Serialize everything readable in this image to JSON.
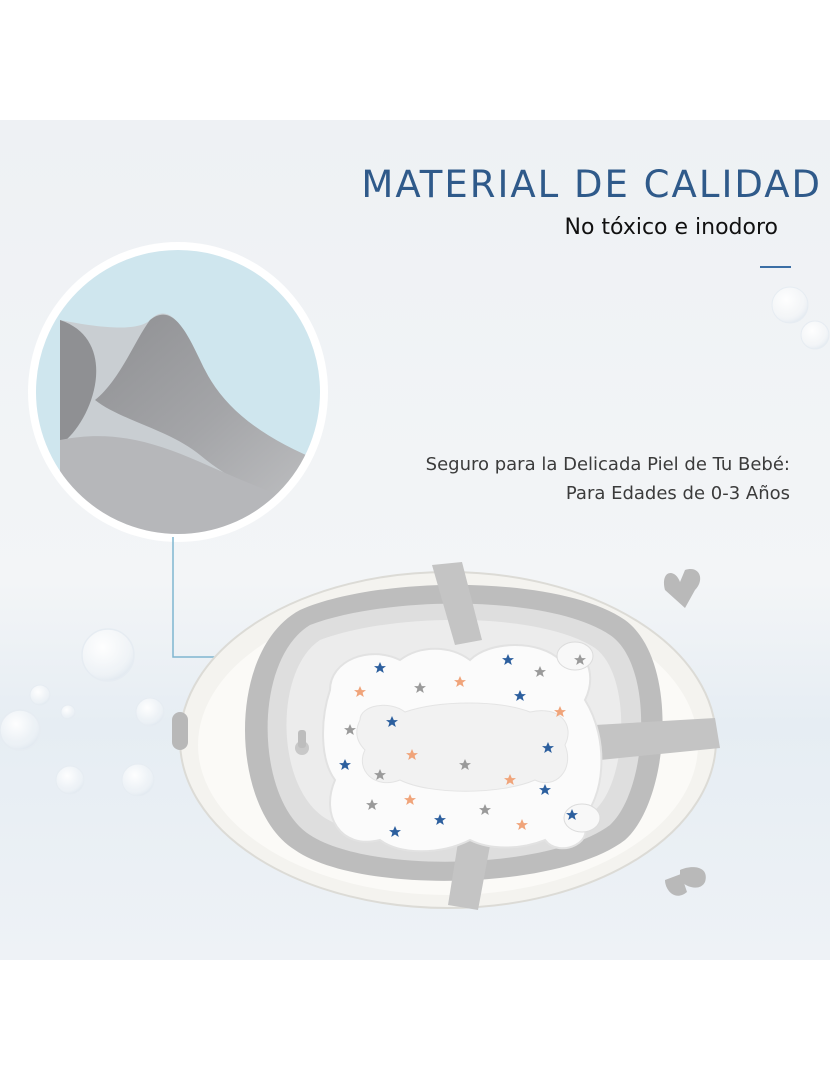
{
  "heading": {
    "title": "MATERIAL DE CALIDAD",
    "subtitle": "No tóxico e inodoro"
  },
  "description": {
    "line1": "Seguro para la Delicada Piel de Tu Bebé:",
    "line2": "Para Edades de 0-3 Años"
  },
  "colors": {
    "title_blue": "#2f5a8a",
    "accent_line": "#3b6ea5",
    "tub_gray": "#bdbdbd",
    "star_blue": "#2c5f9e",
    "star_orange": "#f0a47a",
    "star_gray": "#9a9a9a"
  },
  "icons": [
    "bubble-icon",
    "star-icon"
  ]
}
